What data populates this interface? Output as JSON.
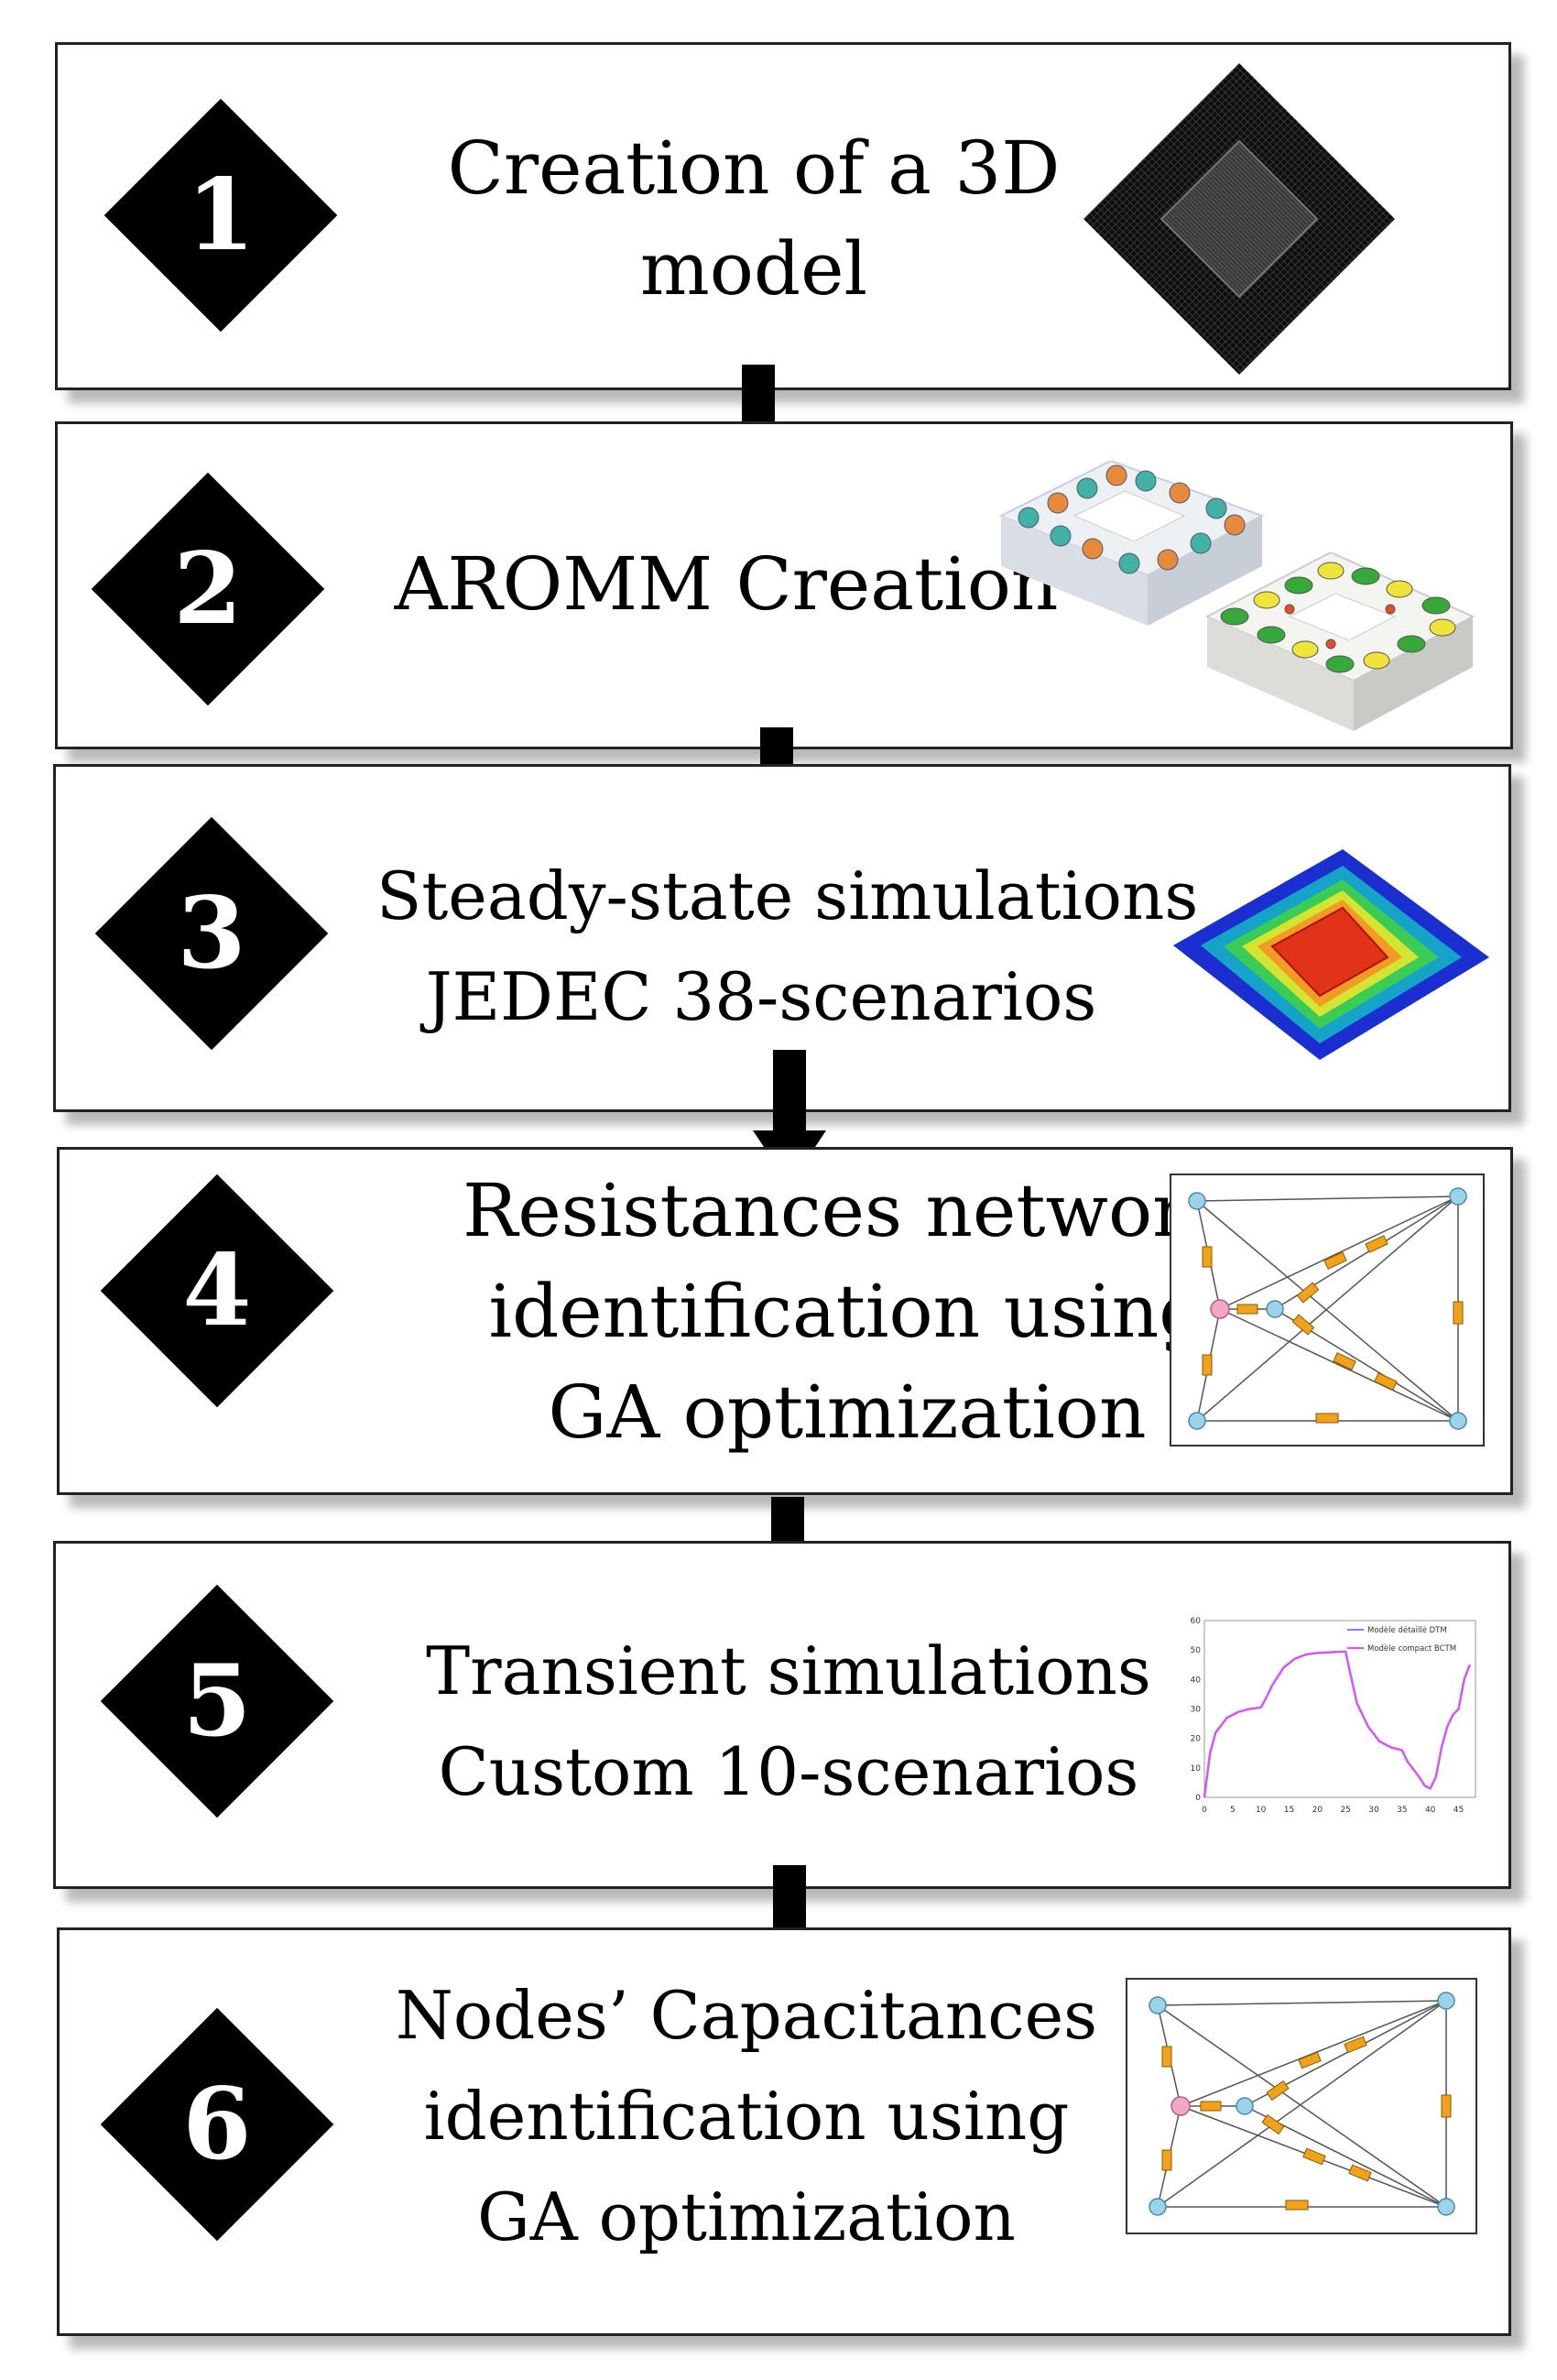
{
  "steps": [
    {
      "number": "1",
      "lines": [
        "Creation of a 3D",
        "model"
      ]
    },
    {
      "number": "2",
      "lines": [
        "AROMM Creation"
      ]
    },
    {
      "number": "3",
      "lines": [
        "Steady-state simulations",
        "JEDEC 38-scenarios"
      ]
    },
    {
      "number": "4",
      "lines": [
        "Resistances network",
        "identification using",
        "GA optimization"
      ]
    },
    {
      "number": "5",
      "lines": [
        "Transient simulations",
        "Custom 10-scenarios"
      ]
    },
    {
      "number": "6",
      "lines": [
        "Nodes’ Capacitances",
        "identification using",
        "GA optimization"
      ]
    }
  ],
  "transient_chart": {
    "chart_data": {
      "type": "line",
      "x_ticks": [
        "0",
        "5",
        "10",
        "15",
        "20",
        "25",
        "30",
        "35",
        "40",
        "45"
      ],
      "y_ticks": [
        "0",
        "10",
        "20",
        "30",
        "40",
        "50",
        "60"
      ],
      "xlim": [
        0,
        48
      ],
      "ylim": [
        0,
        60
      ],
      "series": [
        {
          "name": "Modèle détaillé DTM",
          "color": "#7f7fff",
          "x": [
            0,
            1,
            2,
            4,
            6,
            8,
            10,
            11,
            12,
            14,
            16,
            18,
            20,
            25,
            25.5,
            27,
            29,
            31,
            33,
            35,
            36,
            38,
            39,
            40,
            41,
            42,
            43,
            44,
            45,
            46,
            47
          ],
          "y": [
            0,
            15,
            22,
            27,
            29,
            30,
            30.5,
            34,
            38,
            44,
            47,
            48.5,
            49,
            49.5,
            45,
            32,
            24,
            19,
            17,
            16,
            12,
            7,
            4,
            3,
            7,
            17,
            24,
            28,
            30,
            40,
            45
          ]
        },
        {
          "name": "Modèle compact BCTM",
          "color": "#ff40ff",
          "x": [
            0,
            1,
            2,
            4,
            6,
            8,
            10,
            11,
            12,
            14,
            16,
            18,
            20,
            25,
            25.5,
            27,
            29,
            31,
            33,
            35,
            36,
            38,
            39,
            40,
            41,
            42,
            43,
            44,
            45,
            46,
            47
          ],
          "y": [
            0,
            15,
            22,
            27,
            29,
            30,
            30.5,
            34,
            38,
            44,
            47,
            48.5,
            49,
            49.5,
            45,
            32,
            24,
            19,
            17,
            16,
            12,
            7,
            4,
            3,
            7,
            17,
            24,
            28,
            30,
            40,
            45
          ]
        }
      ]
    }
  },
  "colors": {
    "box_border": "#222222",
    "diamond": "#000000",
    "arrow": "#000000",
    "resistor": "#f2a21a",
    "node": "#9bd3ea",
    "junction": "#f4a6c8"
  }
}
